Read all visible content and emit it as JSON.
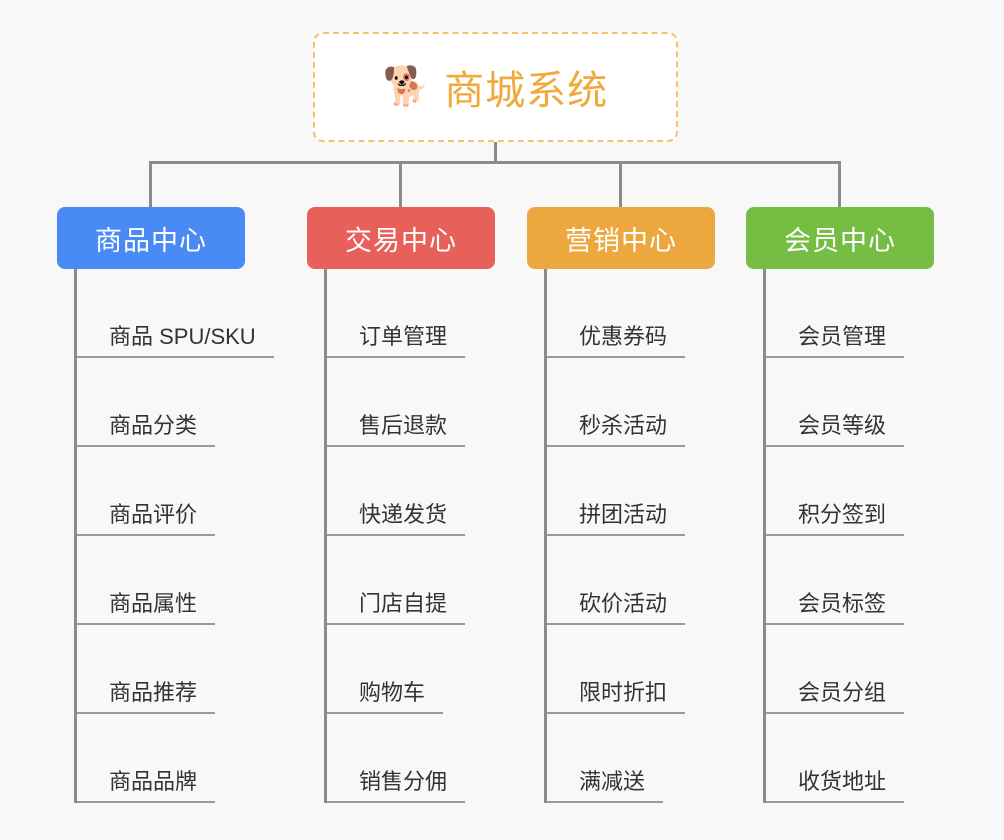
{
  "background_color": "#f8f8f8",
  "root": {
    "icon": "shiba-dog-face-emoji",
    "emoji": "🐕",
    "title": "商城系统",
    "border_color": "#f5c26b",
    "text_color": "#f0a93b",
    "background_color": "#ffffff"
  },
  "connector_color": "#8b8b8b",
  "columns": [
    {
      "id": "product-center",
      "title": "商品中心",
      "color": "#4a8af4",
      "items": [
        "商品 SPU/SKU",
        "商品分类",
        "商品评价",
        "商品属性",
        "商品推荐",
        "商品品牌"
      ]
    },
    {
      "id": "trade-center",
      "title": "交易中心",
      "color": "#e8605a",
      "items": [
        "订单管理",
        "售后退款",
        "快递发货",
        "门店自提",
        "购物车",
        "销售分佣"
      ]
    },
    {
      "id": "marketing-center",
      "title": "营销中心",
      "color": "#eca73e",
      "items": [
        "优惠券码",
        "秒杀活动",
        "拼团活动",
        "砍价活动",
        "限时折扣",
        "满减送"
      ]
    },
    {
      "id": "member-center",
      "title": "会员中心",
      "color": "#75bd43",
      "items": [
        "会员管理",
        "会员等级",
        "积分签到",
        "会员标签",
        "会员分组",
        "收货地址"
      ]
    }
  ]
}
